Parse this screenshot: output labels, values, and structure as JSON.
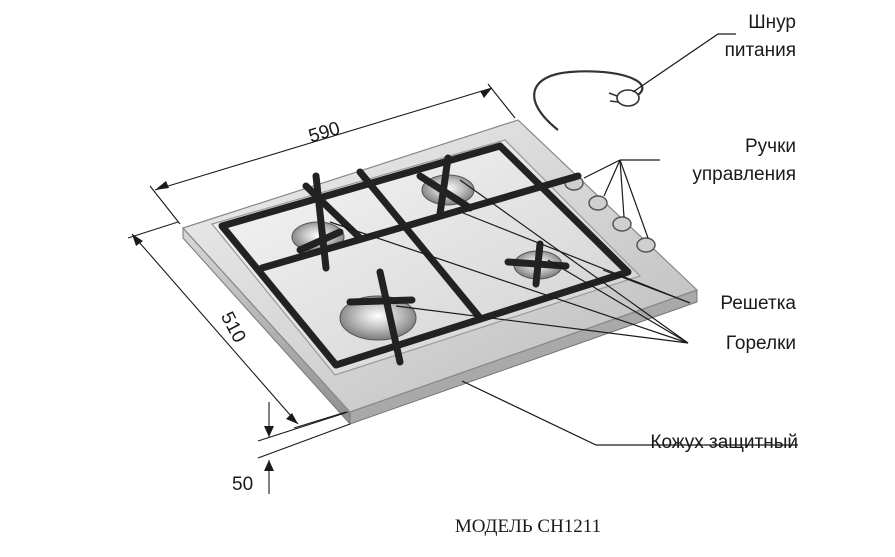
{
  "labels": {
    "cord_line1": "Шнур",
    "cord_line2": "питания",
    "knobs_line1": "Ручки",
    "knobs_line2": "управления",
    "grate": "Решетка",
    "burners": "Горелки",
    "casing": "Кожух защитный"
  },
  "dimensions": {
    "width": "590",
    "depth": "510",
    "height": "50"
  },
  "caption": "МОДЕЛЬ СН1211"
}
